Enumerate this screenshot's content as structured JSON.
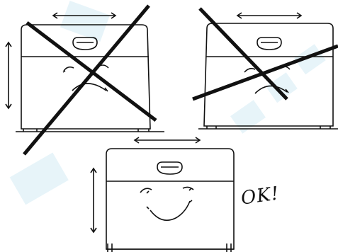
{
  "ok_label": "OK!",
  "colors": {
    "line": "#111111",
    "cross": "#111111",
    "watermark": "#cfe8f2"
  },
  "panels": [
    {
      "id": "wrong-tilted",
      "correct": false,
      "face": "sad"
    },
    {
      "id": "wrong-slanted",
      "correct": false,
      "face": "sad"
    },
    {
      "id": "correct-level",
      "correct": true,
      "face": "happy"
    }
  ]
}
